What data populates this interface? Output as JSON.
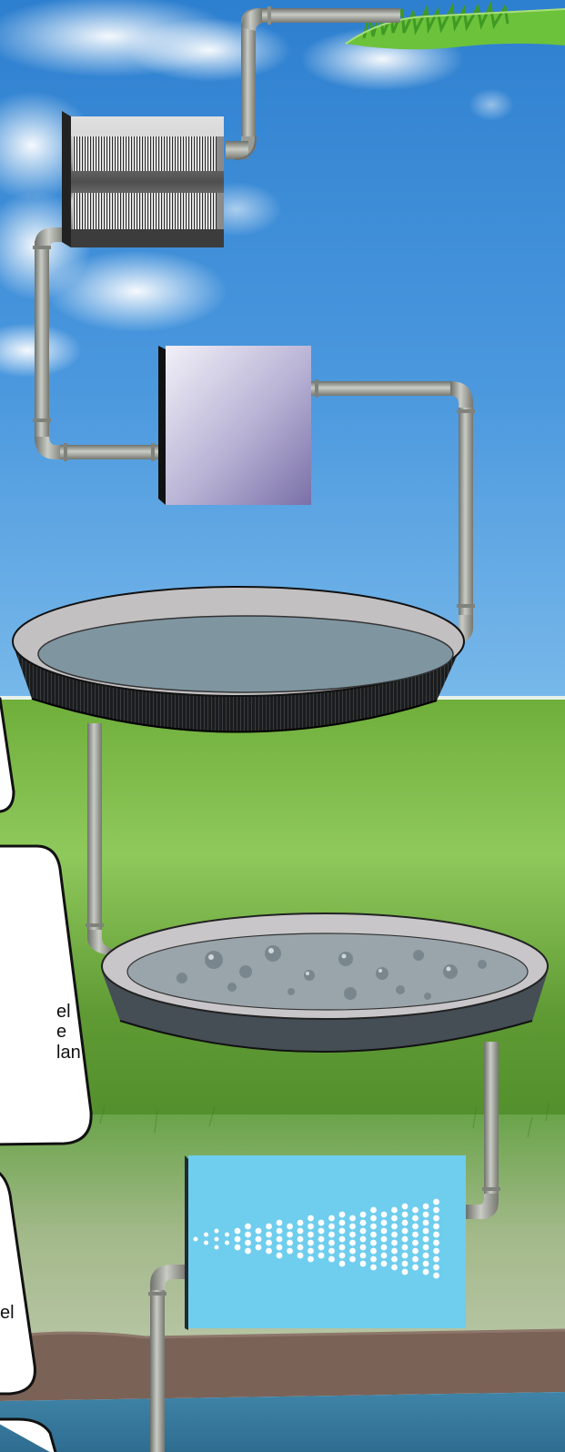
{
  "diagram": {
    "callouts": [
      {
        "id": "callout-middle",
        "lines": [
          "el",
          "e",
          "lan"
        ]
      },
      {
        "id": "callout-lower",
        "lines": [
          "el"
        ]
      }
    ],
    "colors": {
      "sky_top": "#2d7fcf",
      "sky_bottom": "#79b9ea",
      "grass_light": "#8ec85a",
      "grass_dark": "#4f8d2b",
      "soil": "#7b6256",
      "water": "#4e8fb3",
      "pipe": "#9a9c96",
      "pipe_dark": "#6e706b",
      "tank_blue": "#6fcdee",
      "basin_dark": "#1a1c1d",
      "basin_grey": "#454d55",
      "water_surface": "#7f96a1"
    },
    "icons": [
      "grass-clump",
      "air-cooler-unit",
      "filter-box",
      "settling-basin",
      "aeration-basin",
      "diffuser-tank",
      "pipes"
    ]
  }
}
